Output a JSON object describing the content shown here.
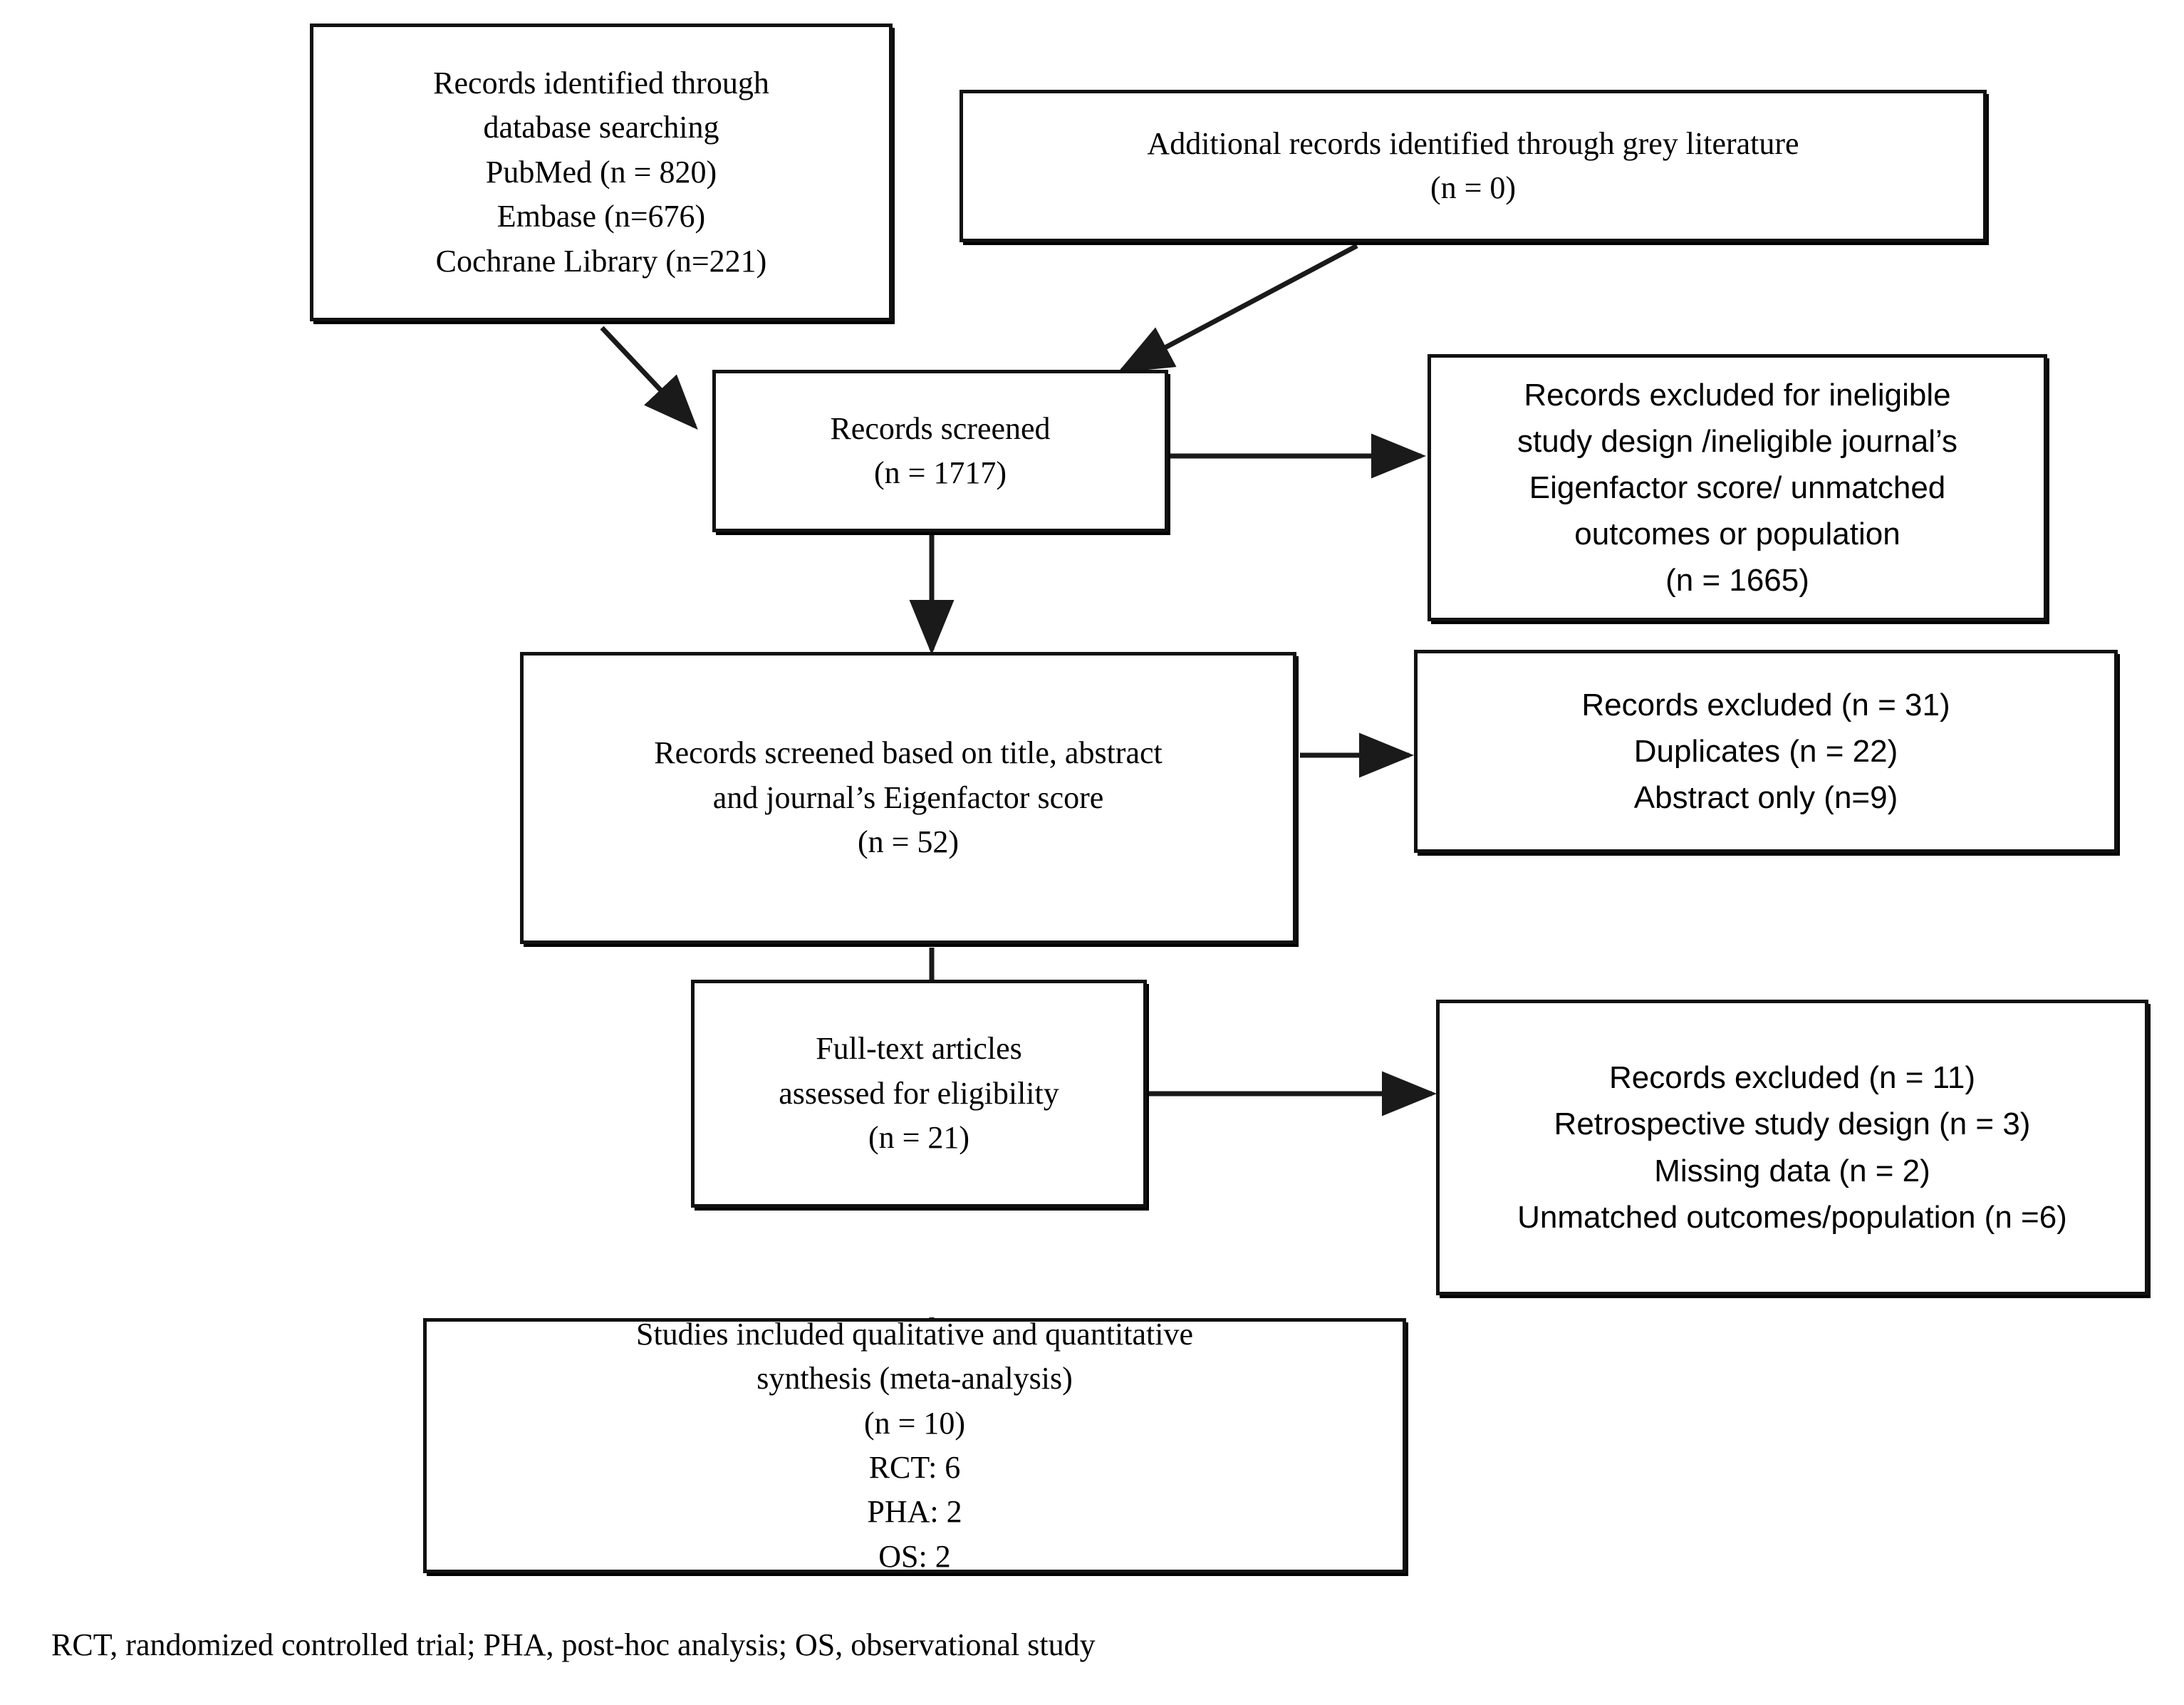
{
  "diagram": {
    "type": "prisma-flow-diagram",
    "boxes": [
      {
        "id": "identified-database",
        "font": "serif",
        "lines": [
          "Records identified through",
          "database searching",
          "PubMed (n = 820)",
          "Embase (n=676)",
          "Cochrane Library (n=221)"
        ]
      },
      {
        "id": "identified-grey-literature",
        "font": "serif",
        "lines": [
          "Additional records identified through grey literature",
          "(n = 0)"
        ]
      },
      {
        "id": "records-screened",
        "font": "serif",
        "lines": [
          "Records screened",
          "(n = 1717)"
        ]
      },
      {
        "id": "excluded-ineligible",
        "font": "sans",
        "lines": [
          "Records excluded for ineligible",
          "study design /ineligible journal’s",
          "Eigenfactor score/ unmatched",
          "outcomes or population",
          "(n = 1665)"
        ]
      },
      {
        "id": "screened-title-abstract",
        "font": "serif",
        "lines": [
          "Records screened based on title, abstract",
          "and journal’s Eigenfactor score",
          "(n = 52)"
        ]
      },
      {
        "id": "excluded-duplicates",
        "font": "sans",
        "lines": [
          "Records excluded (n = 31)",
          "Duplicates (n = 22)",
          "Abstract only (n=9)"
        ]
      },
      {
        "id": "fulltext-assessed",
        "font": "serif",
        "lines": [
          "Full-text articles",
          "assessed for eligibility",
          "(n = 21)"
        ]
      },
      {
        "id": "excluded-fulltext",
        "font": "sans",
        "lines": [
          "Records excluded (n = 11)",
          "Retrospective study design (n = 3)",
          "Missing data (n = 2)",
          "Unmatched outcomes/population (n =6)"
        ]
      },
      {
        "id": "studies-included",
        "font": "serif",
        "lines": [
          "Studies included qualitative and quantitative",
          "synthesis (meta-analysis)",
          "(n = 10)",
          "RCT: 6",
          "PHA: 2",
          "OS: 2"
        ]
      }
    ],
    "footnote": "RCT, randomized controlled trial; PHA, post-hoc analysis; OS, observational study",
    "colors": {
      "border": "#111111",
      "background": "#ffffff",
      "text": "#000000",
      "arrow": "#1a1a1a"
    }
  }
}
